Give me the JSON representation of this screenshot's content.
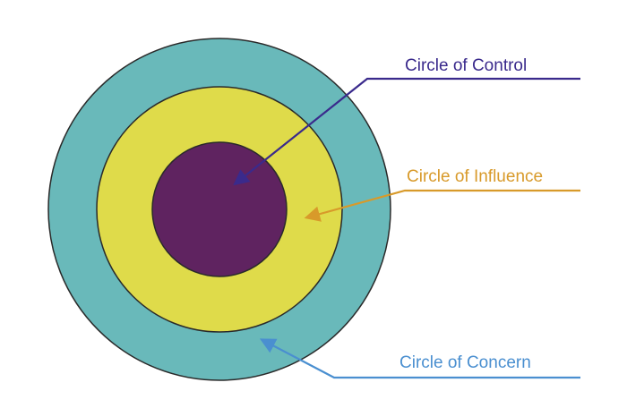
{
  "labels": {
    "control": "Circle of Control",
    "influence": "Circle of Influence",
    "concern": "Circle of Concern"
  },
  "colors": {
    "concern_fill": "#69b9ba",
    "influence_fill": "#dfdb4a",
    "control_fill": "#5f2360",
    "control_line": "#3a2a8c",
    "influence_line": "#d89a2a",
    "concern_line": "#4a8fd0",
    "outline": "#2a2a2a"
  }
}
